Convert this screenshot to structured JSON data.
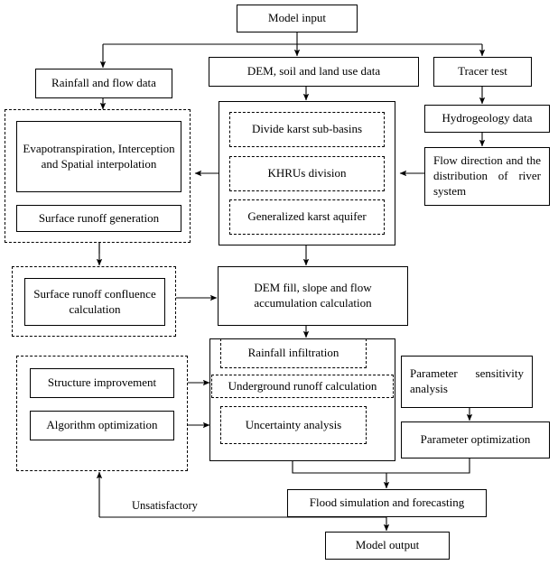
{
  "diagram": {
    "title": "Karst hydrological model framework flowchart",
    "line_color": "#000000",
    "background": "#ffffff"
  },
  "nodes": {
    "model_input": "Model input",
    "rainfall_flow_data": "Rainfall and flow data",
    "dem_soil_landuse": "DEM, soil and land use data",
    "tracer_test": "Tracer test",
    "hydrogeology_data": "Hydrogeology data",
    "flow_direction_river": "Flow direction and the distribution of river system",
    "evapotranspiration": "Evapotranspiration, Interception and Spatial interpolation",
    "surface_runoff_generation": "Surface runoff generation",
    "divide_karst_subbasins": "Divide karst sub-basins",
    "khrus_division": "KHRUs division",
    "generalized_karst_aquifer": "Generalized karst aquifer",
    "surface_runoff_confluence": "Surface runoff confluence calculation",
    "dem_fill_slope": "DEM fill, slope and flow accumulation calculation",
    "rainfall_infiltration": "Rainfall infiltration",
    "underground_runoff": "Underground runoff calculation",
    "uncertainty_analysis": "Uncertainty analysis",
    "structure_improvement": "Structure improvement",
    "algorithm_optimization": "Algorithm optimization",
    "parameter_sensitivity": "Parameter sensitivity analysis",
    "parameter_optimization": "Parameter optimization",
    "flood_simulation": "Flood simulation and forecasting",
    "model_output": "Model output"
  },
  "edge_labels": {
    "unsatisfactory": "Unsatisfactory"
  }
}
